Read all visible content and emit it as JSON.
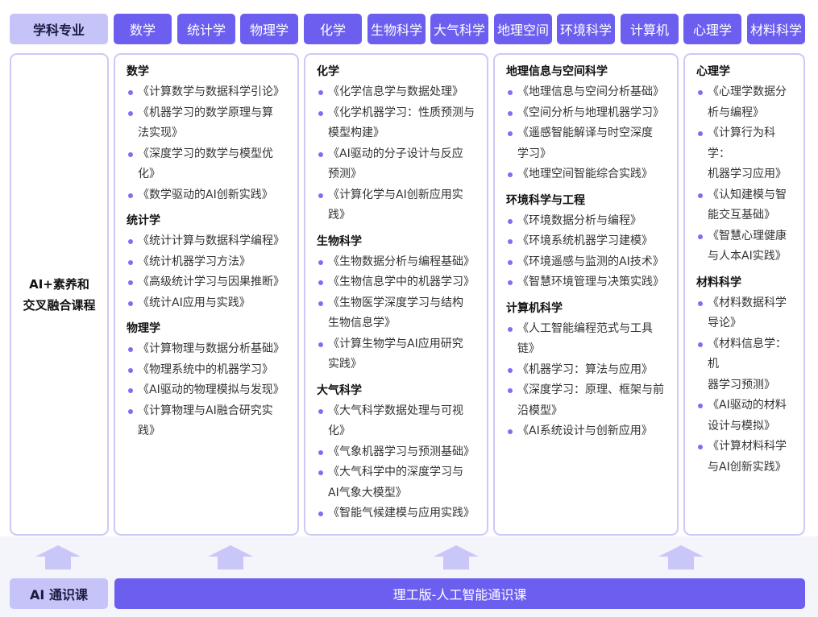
{
  "top_label": "学科专业",
  "tabs": [
    "数学",
    "统计学",
    "物理学",
    "化学",
    "生物科学",
    "大气科学",
    "地理空间",
    "环境科学",
    "计算机",
    "心理学",
    "材料科学"
  ],
  "core_course": [
    "AI+素养和",
    "交叉融合课程"
  ],
  "columns": [
    {
      "sections": [
        {
          "title": "数学",
          "courses": [
            [
              "《计算数学与数据科学引论》"
            ],
            [
              "《机器学习的数学原理与算",
              "法实现》"
            ],
            [
              "《深度学习的数学与模型优",
              "化》"
            ],
            [
              "《数学驱动的AI创新实践》"
            ]
          ]
        },
        {
          "title": "统计学",
          "courses": [
            [
              "《统计计算与数据科学编程》"
            ],
            [
              "《统计机器学习方法》"
            ],
            [
              "《高级统计学习与因果推断》"
            ],
            [
              "《统计AI应用与实践》"
            ]
          ]
        },
        {
          "title": "物理学",
          "courses": [
            [
              "《计算物理与数据分析基础》"
            ],
            [
              "《物理系统中的机器学习》"
            ],
            [
              "《AI驱动的物理模拟与发现》"
            ],
            [
              "《计算物理与AI融合研究实",
              "践》"
            ]
          ]
        }
      ]
    },
    {
      "sections": [
        {
          "title": "化学",
          "courses": [
            [
              "《化学信息学与数据处理》"
            ],
            [
              "《化学机器学习：性质预测与",
              "模型构建》"
            ],
            [
              "《AI驱动的分子设计与反应",
              "预测》"
            ],
            [
              "《计算化学与AI创新应用实",
              "践》"
            ]
          ]
        },
        {
          "title": "生物科学",
          "courses": [
            [
              "《生物数据分析与编程基础》"
            ],
            [
              "《生物信息学中的机器学习》"
            ],
            [
              "《生物医学深度学习与结构",
              "生物信息学》"
            ],
            [
              "《计算生物学与AI应用研究",
              "实践》"
            ]
          ]
        },
        {
          "title": "大气科学",
          "courses": [
            [
              "《大气科学数据处理与可视",
              "化》"
            ],
            [
              "《气象机器学习与预测基础》"
            ],
            [
              "《大气科学中的深度学习与",
              "AI气象大模型》"
            ],
            [
              "《智能气候建模与应用实践》"
            ]
          ]
        }
      ]
    },
    {
      "sections": [
        {
          "title": "地理信息与空间科学",
          "courses": [
            [
              "《地理信息与空间分析基础》"
            ],
            [
              "《空间分析与地理机器学习》"
            ],
            [
              "《遥感智能解译与时空深度",
              "学习》"
            ],
            [
              "《地理空间智能综合实践》"
            ]
          ]
        },
        {
          "title": "环境科学与工程",
          "courses": [
            [
              "《环境数据分析与编程》"
            ],
            [
              "《环境系统机器学习建模》"
            ],
            [
              "《环境遥感与监测的AI技术》"
            ],
            [
              "《智慧环境管理与决策实践》"
            ]
          ]
        },
        {
          "title": "计算机科学",
          "courses": [
            [
              "《人工智能编程范式与工具",
              "链》"
            ],
            [
              "《机器学习：算法与应用》"
            ],
            [
              "《深度学习：原理、框架与前",
              "沿模型》"
            ],
            [
              "《AI系统设计与创新应用》"
            ]
          ]
        }
      ]
    },
    {
      "sections": [
        {
          "title": "心理学",
          "courses": [
            [
              "《心理学数据分",
              "析与编程》"
            ],
            [
              "《计算行为科学：",
              "机器学习应用》"
            ],
            [
              "《认知建模与智",
              "能交互基础》"
            ],
            [
              "《智慧心理健康",
              "与人本AI实践》"
            ]
          ]
        },
        {
          "title": "材料科学",
          "courses": [
            [
              "《材料数据科学",
              "导论》"
            ],
            [
              "《材料信息学：机",
              "器学习预测》"
            ],
            [
              "《AI驱动的材料",
              "设计与模拟》"
            ],
            [
              "《计算材料科学",
              "与AI创新实践》"
            ]
          ]
        }
      ]
    }
  ],
  "bottom_label": "AI 通识课",
  "bottom_bar": "理工版-人工智能通识课",
  "colors": {
    "primary": "#6c5ff0",
    "light": "#c5c3f7",
    "border": "#cdc9f6",
    "arrow": "#c9c6f8"
  }
}
